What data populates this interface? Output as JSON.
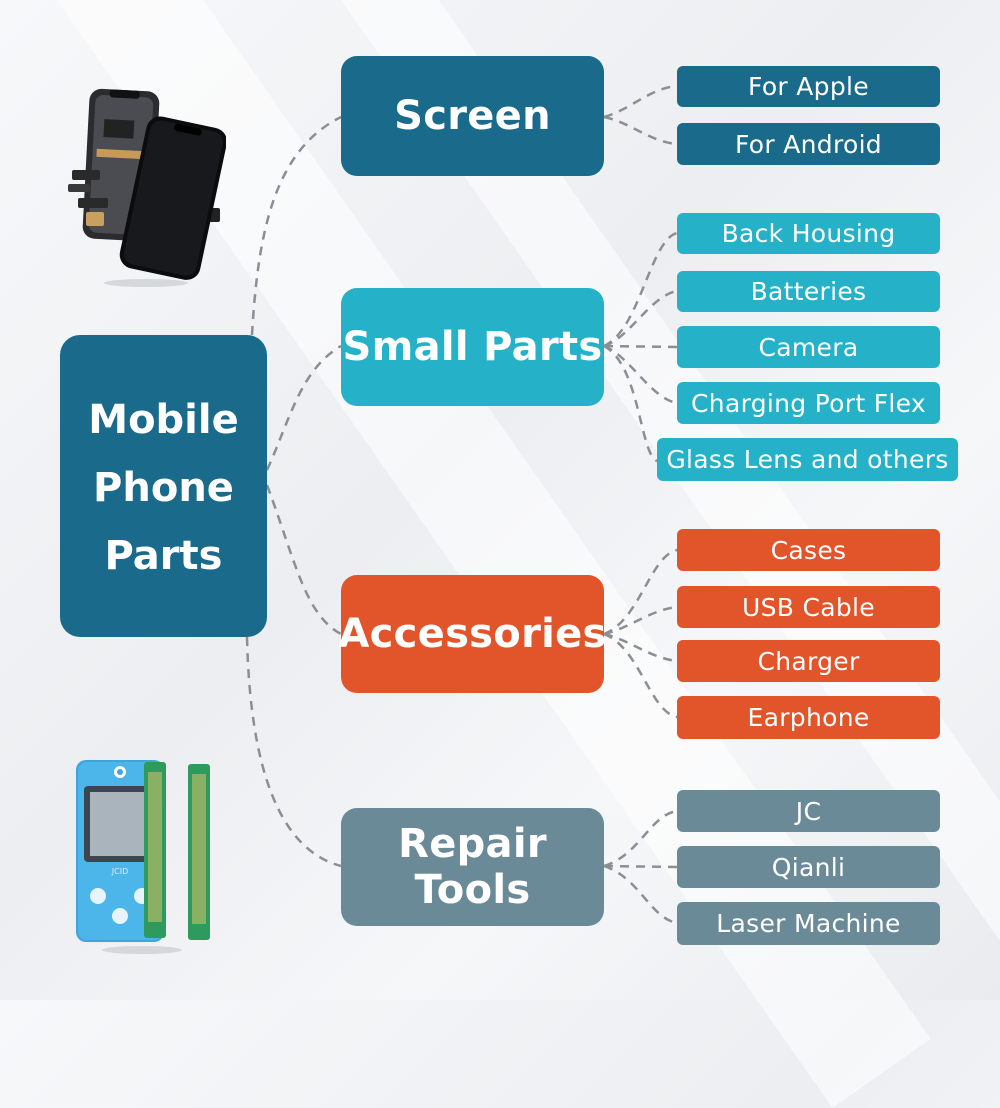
{
  "root": {
    "line1": "Mobile",
    "line2": "Phone",
    "line3": "Parts"
  },
  "colors": {
    "screen": "#1a6a8c",
    "small_parts": "#25b2c8",
    "accessories": "#e2542a",
    "repair_tools": "#6b8a98",
    "connector": "#8a8f95"
  },
  "categories": [
    {
      "id": "screen",
      "label": "Screen",
      "items": [
        "For Apple",
        "For Android"
      ]
    },
    {
      "id": "small_parts",
      "label": "Small Parts",
      "items": [
        "Back Housing",
        "Batteries",
        "Camera",
        "Charging Port Flex",
        "Glass Lens and others"
      ]
    },
    {
      "id": "accessories",
      "label": "Accessories",
      "items": [
        "Cases",
        "USB Cable",
        "Charger",
        "Earphone"
      ]
    },
    {
      "id": "repair_tools",
      "label": "Repair Tools",
      "items": [
        "JC",
        "Qianli",
        "Laser Machine"
      ]
    }
  ],
  "images": {
    "screen_product": "phone-lcd-screen-image",
    "tool_product": "jc-programmer-device-image",
    "tool_brand_text": "JCID"
  }
}
